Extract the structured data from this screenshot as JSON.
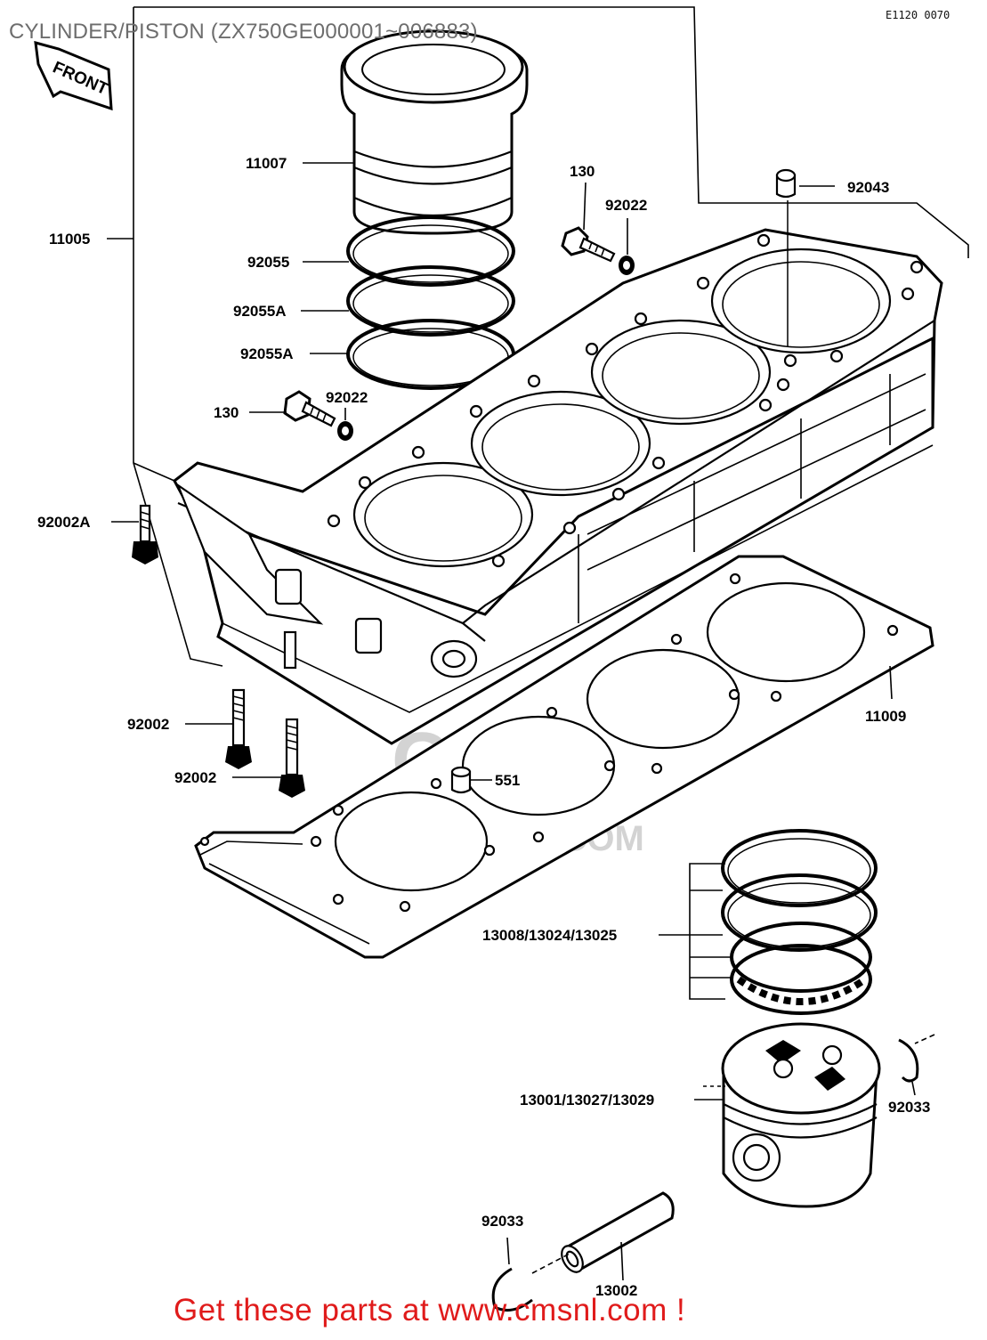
{
  "diagram": {
    "title": "CYLINDER/PISTON (ZX750GE000001~006883)",
    "reference_code": "E1120 0070",
    "front_label": "FRONT",
    "watermark": {
      "url": "WWW.CMSNL.COM",
      "logo_text": "CMS"
    },
    "footer_text": "Get these parts at www.cmsnl.com !",
    "footer_color": "#e01b1b",
    "part_labels": [
      "11007",
      "11005",
      "130",
      "92022",
      "92043",
      "92055",
      "92055A",
      "92055A",
      "130",
      "92022",
      "92002A",
      "11009",
      "92002",
      "92002",
      "551",
      "13008/13024/13025",
      "13001/13027/13029",
      "92033",
      "92033",
      "13002"
    ]
  }
}
